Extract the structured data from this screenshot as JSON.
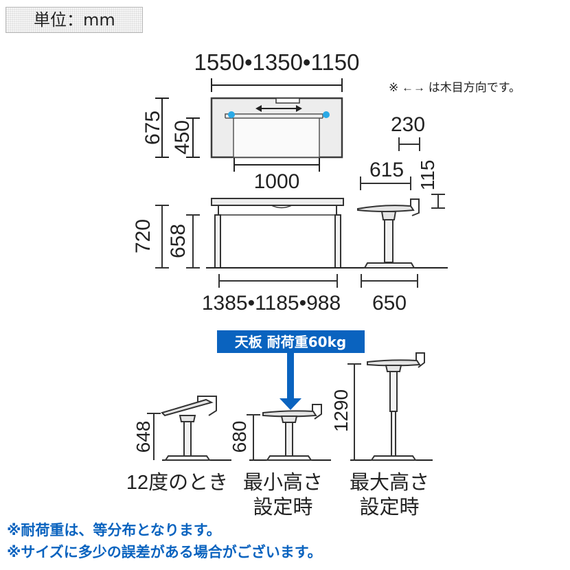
{
  "unit_label": "単位：mm",
  "grain_note": "※ ←→ は木目方向です。",
  "dimensions": {
    "top_widths": "1550•1350•1150",
    "top_depth": "675",
    "panel_depth": "450",
    "panel_width": "1000",
    "side_230": "230",
    "side_615": "615",
    "side_115": "115",
    "height_720": "720",
    "height_658": "658",
    "base_widths": "1385•1185•988",
    "base_depth": "650",
    "tilt_height": "648",
    "min_height": "680",
    "max_height": "1290"
  },
  "load_label": "天板 耐荷重60kg",
  "captions": {
    "tilt": "12度のとき",
    "min_line1": "最小高さ",
    "min_line2": "設定時",
    "max_line1": "最大高さ",
    "max_line2": "設定時"
  },
  "notes": [
    "※耐荷重は、等分布となります。",
    "※サイズに多少の誤差がある場合がございます。"
  ],
  "colors": {
    "accent_blue": "#0a63bf",
    "knob_blue": "#2aa9e6",
    "panel_fill": "#ededed"
  }
}
